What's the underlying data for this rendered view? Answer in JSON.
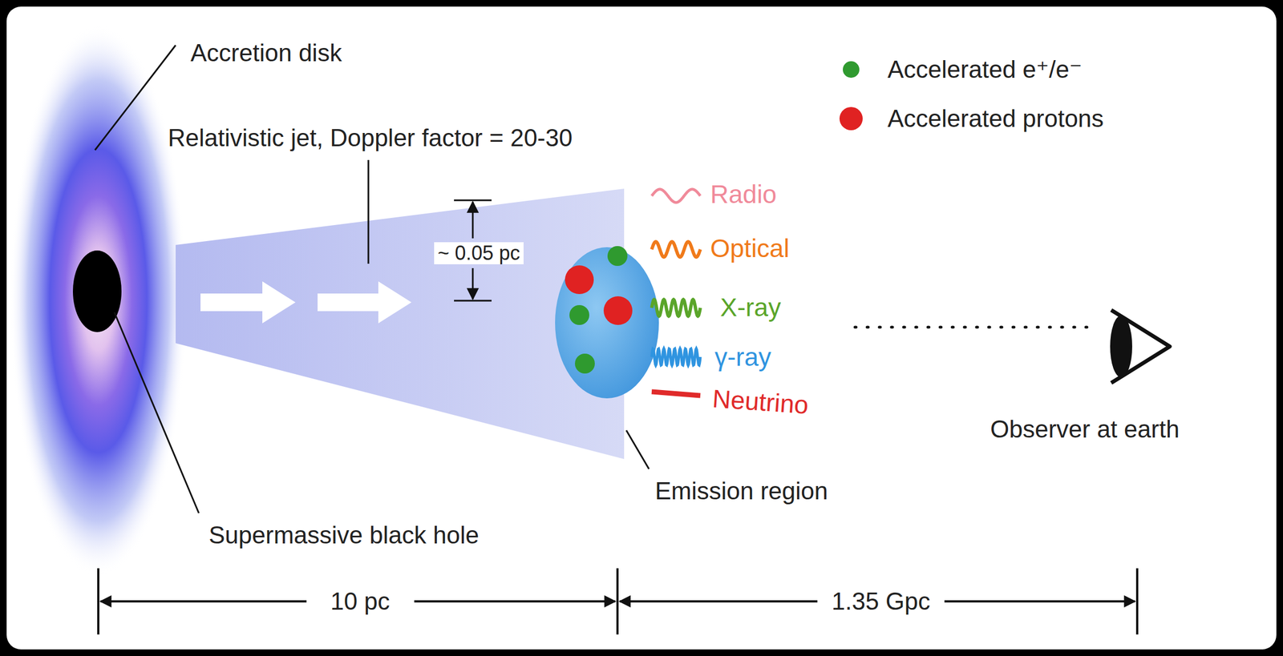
{
  "diagram": {
    "labels": [
      "Accretion disk",
      "Relativistic jet, Doppler factor = 20-30",
      "~ 0.05 pc",
      "Radio",
      "Optical",
      "X-ray",
      "γ-ray",
      "Neutrino",
      "Emission region",
      "Supermassive black hole",
      "Observer at earth",
      "10 pc",
      "1.35 Gpc"
    ],
    "legend": [
      {
        "text": "Accelerated e⁺/e⁻",
        "color": "#2f9a2f"
      },
      {
        "text": "Accelerated protons",
        "color": "#e02222"
      }
    ]
  }
}
